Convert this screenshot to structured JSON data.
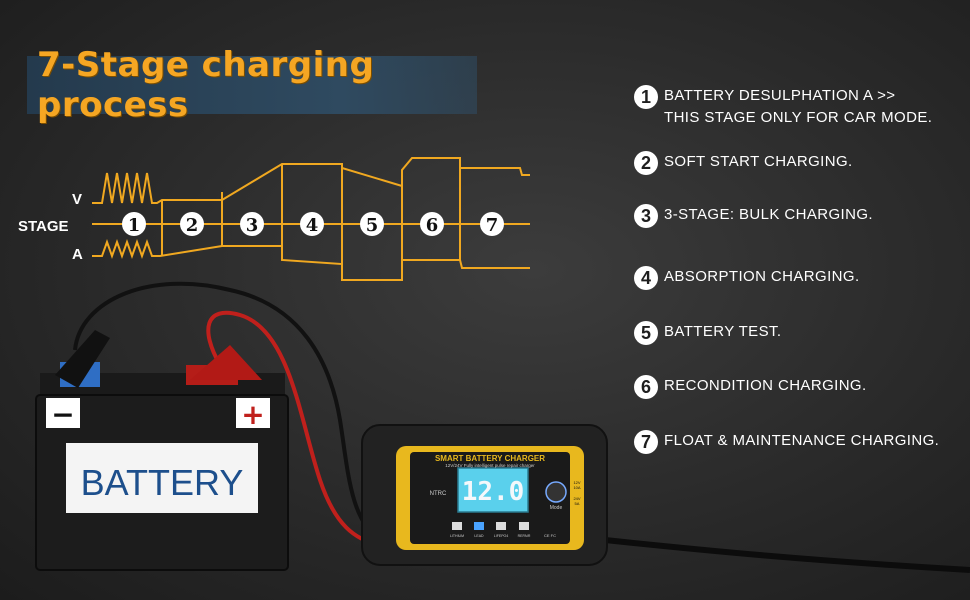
{
  "title": "7-Stage charging process",
  "diagram": {
    "v_label": "V",
    "stage_label": "STAGE",
    "a_label": "A",
    "stage_numbers": [
      "1",
      "2",
      "3",
      "4",
      "5",
      "6",
      "7"
    ],
    "line_color": "#f0a820"
  },
  "stages": [
    {
      "num": "1",
      "text": "BATTERY DESULPHATION A  >>\nTHIS STAGE ONLY FOR CAR MODE."
    },
    {
      "num": "2",
      "text": "SOFT START CHARGING."
    },
    {
      "num": "3",
      "text": "3-STAGE: BULK CHARGING."
    },
    {
      "num": "4",
      "text": "ABSORPTION CHARGING."
    },
    {
      "num": "5",
      "text": "BATTERY TEST."
    },
    {
      "num": "6",
      "text": "RECONDITION CHARGING."
    },
    {
      "num": "7",
      "text": "FLOAT & MAINTENANCE CHARGING."
    }
  ],
  "battery": {
    "label": "BATTERY",
    "minus": "−",
    "plus": "+"
  },
  "charger": {
    "title": "SMART BATTERY CHARGER",
    "subtitle": "12V/24V Fully intelligent pulse repair charger",
    "display_value": "12.0",
    "brand": "NTRC",
    "mode_label": "Mode",
    "v12": "12V",
    "a10": "10A",
    "v24": "24V",
    "a5": "5A",
    "icons": [
      "LITHIUM",
      "LEAD",
      "LIFEPO4",
      "REPAIR"
    ],
    "cert": "CE FC"
  }
}
